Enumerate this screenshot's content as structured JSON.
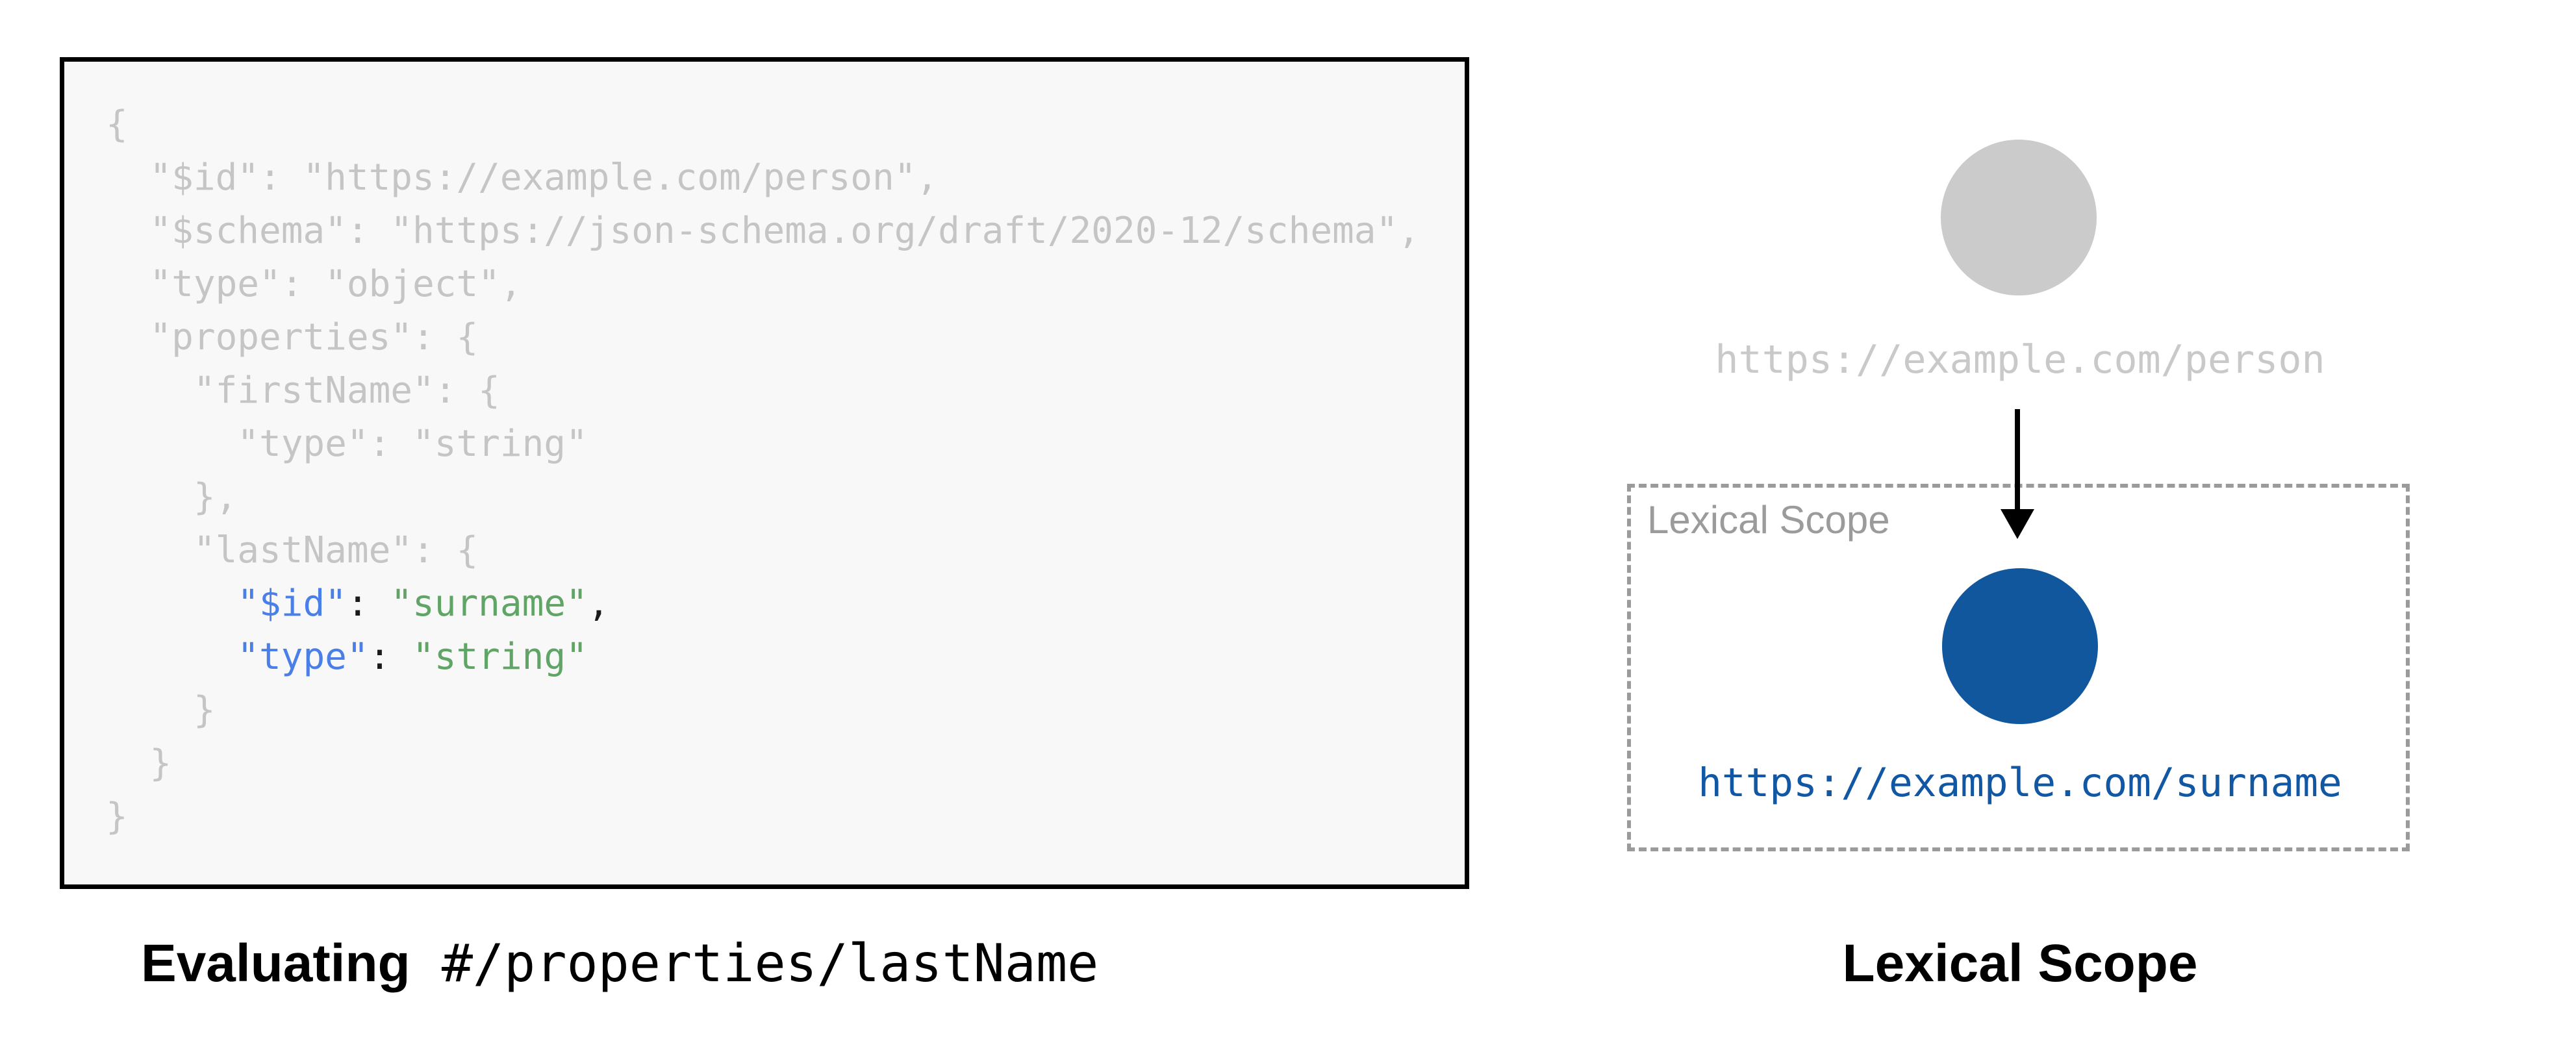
{
  "colors": {
    "code_bg": "#f8f8f8",
    "code_border": "#000000",
    "code_muted": "#c5c5c5",
    "token_blue": "#4a7fe8",
    "token_green": "#60a565",
    "token_black": "#1b1b1b",
    "gray_node": "#cbcbcb",
    "gray_label": "#c9c9c9",
    "scope_border": "#9b9b9b",
    "scope_label": "#9b9b9b",
    "blue_node": "#10579e",
    "blue_label": "#1257a3",
    "caption": "#000000"
  },
  "left_panel": {
    "caption": {
      "prefix": "Evaluating",
      "path": " #/properties/lastName"
    },
    "code_lines": [
      [
        [
          "g",
          "{"
        ]
      ],
      [
        [
          "g",
          "  \"$id\": \"https://example.com/person\","
        ]
      ],
      [
        [
          "g",
          "  \"$schema\": \"https://json-schema.org/draft/2020-12/schema\","
        ]
      ],
      [
        [
          "g",
          "  \"type\": \"object\","
        ]
      ],
      [
        [
          "g",
          "  \"properties\": {"
        ]
      ],
      [
        [
          "g",
          "    \"firstName\": {"
        ]
      ],
      [
        [
          "g",
          "      \"type\": \"string\""
        ]
      ],
      [
        [
          "g",
          "    },"
        ]
      ],
      [
        [
          "g",
          "    \"lastName\": {"
        ]
      ],
      [
        [
          "g",
          "      "
        ],
        [
          "b",
          "\"$id\""
        ],
        [
          "k",
          ": "
        ],
        [
          "s",
          "\"surname\""
        ],
        [
          "k",
          ","
        ]
      ],
      [
        [
          "g",
          "      "
        ],
        [
          "b",
          "\"type\""
        ],
        [
          "k",
          ": "
        ],
        [
          "s",
          "\"string\""
        ]
      ],
      [
        [
          "g",
          "    }"
        ]
      ],
      [
        [
          "g",
          "  }"
        ]
      ],
      [
        [
          "g",
          "}"
        ]
      ]
    ]
  },
  "right_panel": {
    "parent_uri": "https://example.com/person",
    "scope_label": "Lexical Scope",
    "child_uri": "https://example.com/surname",
    "caption": "Lexical Scope"
  }
}
